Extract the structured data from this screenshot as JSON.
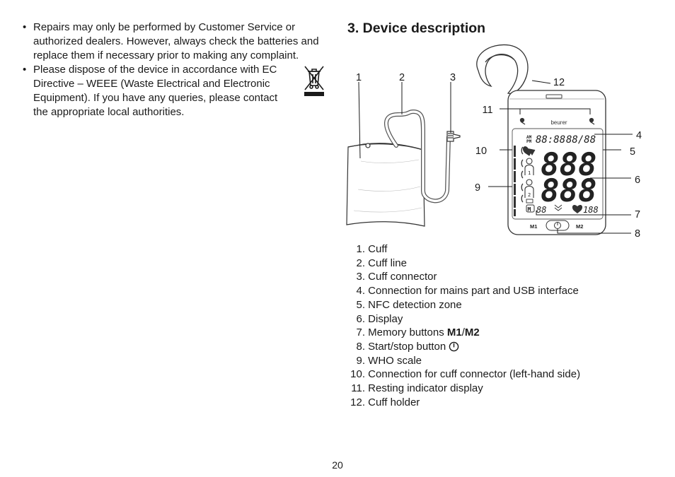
{
  "bullets": [
    "Repairs may only be performed by Customer Service or authorized dealers. However, always check the batteries and replace them if necessary prior to making any complaint.",
    "Please dispose of the device in accordance with EC Directive – WEEE (Waste Electrical and Electronic Equipment). If you have any queries, please contact the appropriate local authorities."
  ],
  "icons": {
    "weee": "crossed-out-wheelie-bin-icon",
    "onoff": "start-stop-icon"
  },
  "section": {
    "title": "3. Device description"
  },
  "figure": {
    "callouts": [
      "1",
      "2",
      "3",
      "4",
      "5",
      "6",
      "7",
      "8",
      "9",
      "10",
      "11",
      "12"
    ],
    "brand": "beurer",
    "lcd": {
      "ampm_top": "AM",
      "ampm_bottom": "PM",
      "time": "88:88",
      "date": "88/88",
      "digits_top": "888",
      "digits_mid": "888",
      "mem_digits": "88",
      "pulse": "188",
      "user1": "1",
      "user2": "2",
      "memory": "M"
    },
    "buttons": {
      "m1": "M1",
      "m2": "M2"
    }
  },
  "parts": [
    {
      "num": "1.",
      "text": "Cuff"
    },
    {
      "num": "2.",
      "text": "Cuff line"
    },
    {
      "num": "3.",
      "text": "Cuff connector"
    },
    {
      "num": "4.",
      "text": "Connection for mains part and USB interface"
    },
    {
      "num": "5.",
      "text": "NFC detection zone"
    },
    {
      "num": "6.",
      "text": "Display"
    },
    {
      "num": "7.",
      "text": "Memory buttons",
      "bold1": "M1",
      "sep": "/",
      "bold2": "M2"
    },
    {
      "num": "8.",
      "text": "Start/stop button"
    },
    {
      "num": "9.",
      "text": "WHO scale"
    },
    {
      "num": "10.",
      "text": "Connection for cuff connector (left-hand side)"
    },
    {
      "num": "11.",
      "text": "Resting indicator display"
    },
    {
      "num": "12.",
      "text": "Cuff holder"
    }
  ],
  "page_number": "20"
}
